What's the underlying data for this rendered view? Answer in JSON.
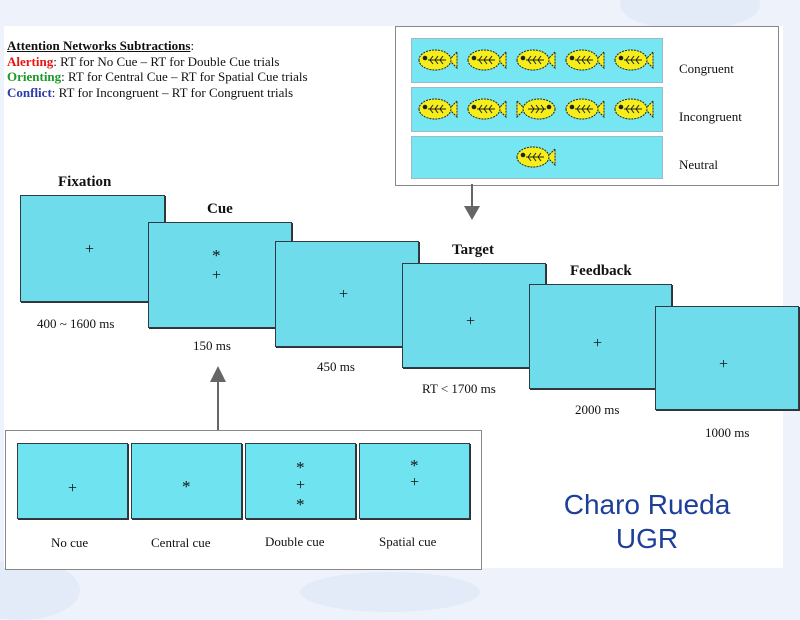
{
  "subtractions": {
    "title": "Attention Networks Subtractions",
    "title_suffix": ":",
    "alerting_term": "Alerting",
    "alerting_rest": ": RT for No Cue – RT for Double Cue trials",
    "orienting_term": "Orienting",
    "orienting_rest": ": RT for Central Cue – RT for Spatial Cue trials",
    "conflict_term": "Conflict",
    "conflict_rest": ": RT for Incongruent – RT for Congruent trials",
    "colors": {
      "alerting": "#e8150f",
      "orienting": "#1a9a27",
      "conflict": "#2b3caa"
    }
  },
  "target_types": [
    {
      "label": "Congruent"
    },
    {
      "label": "Incongruent"
    },
    {
      "label": "Neutral"
    }
  ],
  "sequence": {
    "fixation": {
      "heading": "Fixation",
      "duration": "400 ~ 1600 ms"
    },
    "cue": {
      "heading": "Cue",
      "duration": "150 ms"
    },
    "interval": {
      "duration": "450 ms"
    },
    "target": {
      "heading": "Target",
      "duration": "RT < 1700 ms"
    },
    "feedback": {
      "heading": "Feedback",
      "duration": "2000 ms"
    },
    "final": {
      "duration": "1000 ms"
    }
  },
  "cue_types": [
    {
      "label": "No cue"
    },
    {
      "label": "Central cue"
    },
    {
      "label": "Double cue"
    },
    {
      "label": "Spatial cue"
    }
  ],
  "symbols": {
    "fixation": "+",
    "cue": "*"
  },
  "credit": {
    "name": "Charo Rueda",
    "org": "UGR"
  },
  "colors": {
    "screen": "#6fdcec",
    "fish": "#f5ee1a",
    "credit": "#1d3f9a"
  }
}
